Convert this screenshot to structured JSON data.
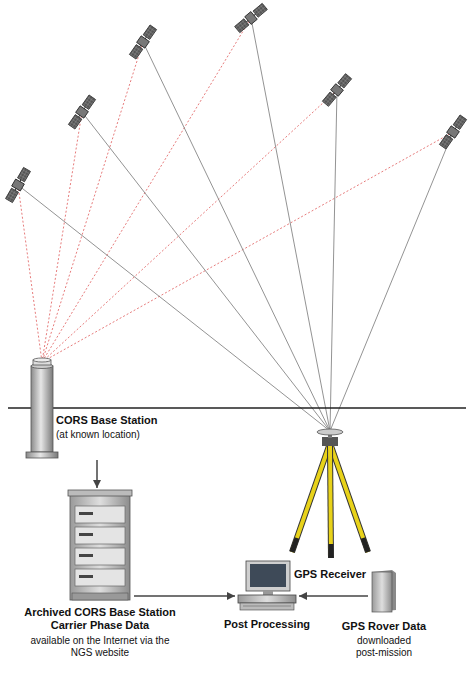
{
  "diagram": {
    "nodes": [
      {
        "text": [
          "CORS Base Station",
          "(at known location)"
        ]
      },
      {
        "text": [
          "GPS Receiver"
        ]
      },
      {
        "text": [
          "Archived CORS Base Station Carrier Phase Data",
          "available on the Internet via the NGS website"
        ]
      },
      {
        "text": [
          "Post Processing"
        ]
      },
      {
        "text": [
          "GPS Rover Data",
          "downloaded post-mission"
        ]
      }
    ],
    "edges": [
      {
        "from": 0,
        "to": 2,
        "arrow": "to"
      },
      {
        "from": 2,
        "to": 3,
        "arrow": "to"
      },
      {
        "from": 4,
        "to": 3,
        "arrow": "to"
      }
    ]
  }
}
